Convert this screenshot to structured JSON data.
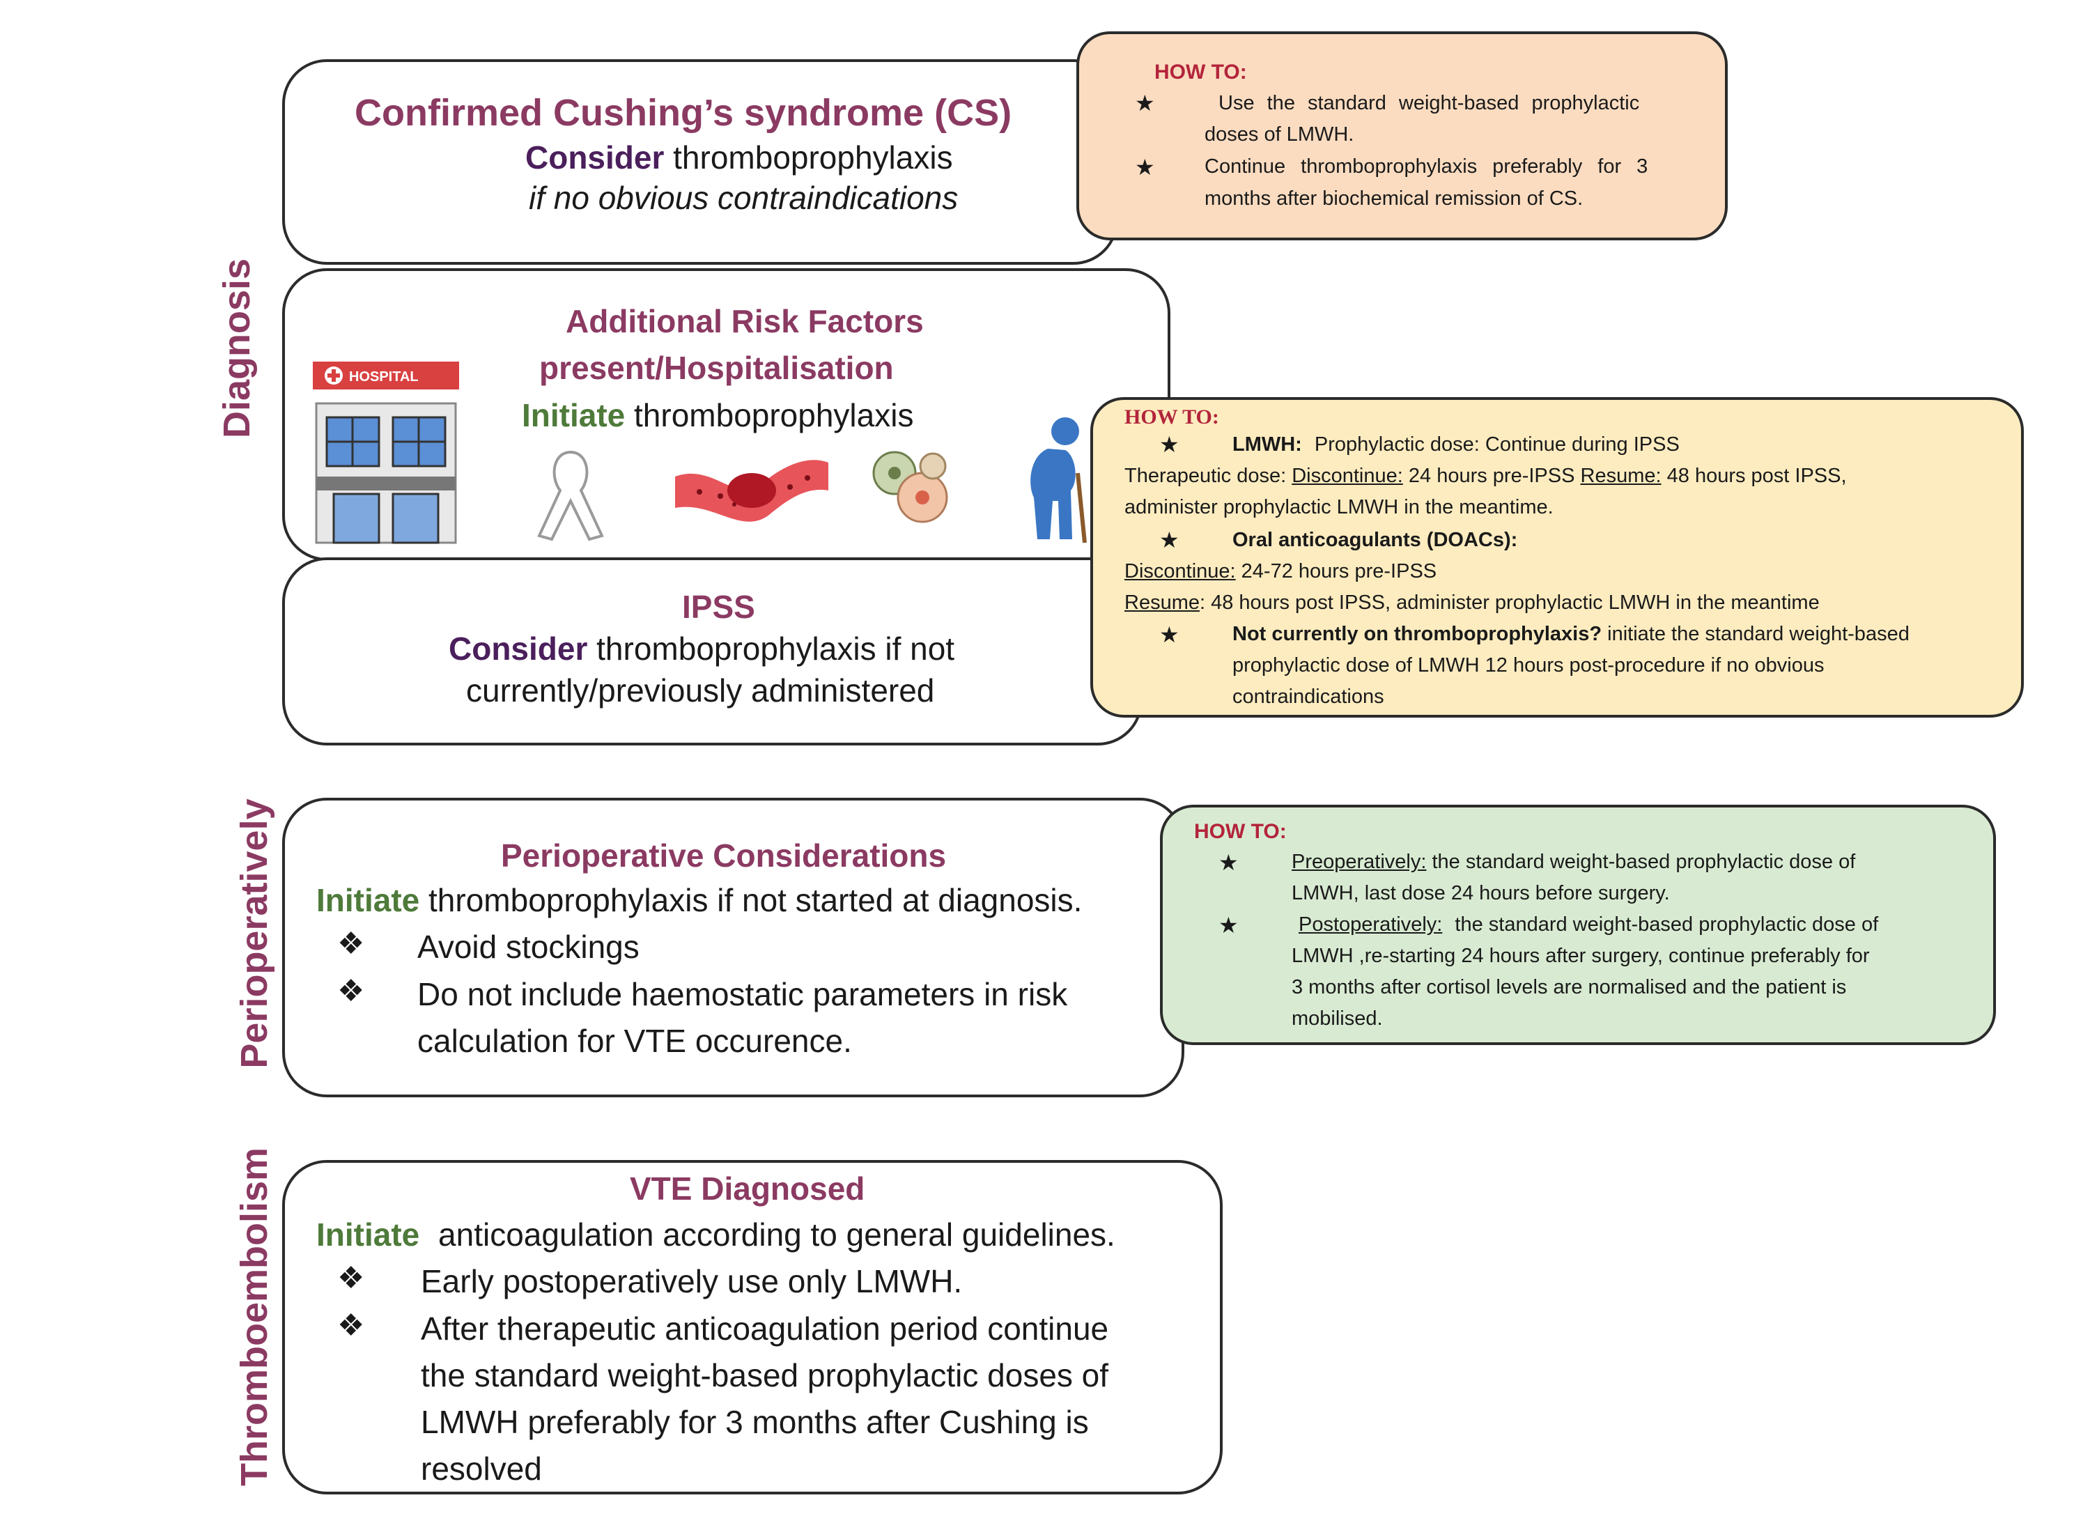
{
  "side_labels": {
    "diagnosis": "Diagnosis",
    "perioperatively": "Perioperatively",
    "thromboembolism": "Thromboembolism"
  },
  "cs_box": {
    "title": "Confirmed Cushing’s syndrome (CS)",
    "consider": "Consider",
    "line1_rest": "thromboprophylaxis",
    "line2": "if no obvious contraindications"
  },
  "howto1": {
    "heading": "HOW TO:",
    "item1_line1": "Use the standard weight-based prophylactic",
    "item1_line2": "doses of LMWH.",
    "item2_line1": "Continue thromboprophylaxis preferably for 3",
    "item2_line2": "months after biochemical remission of CS."
  },
  "risk_box": {
    "title_line1": "Additional Risk Factors",
    "title_line2": "present/Hospitalisation",
    "initiate": "Initiate",
    "line3_rest": "thromboprophylaxis",
    "hospital_sign": "HOSPITAL"
  },
  "ipss_box": {
    "title": "IPSS",
    "consider": "Consider",
    "line1_rest": "thromboprophylaxis if not",
    "line2": "currently/previously administered"
  },
  "howto2": {
    "heading": "HOW TO:",
    "lmwh_label": "LMWH:",
    "lmwh_text": "Prophylactic dose: Continue during IPSS",
    "therapeutic_prefix": "Therapeutic dose:",
    "discontinue1": "Discontinue:",
    "therapeutic_mid": "24 hours pre-IPSS",
    "resume1": "Resume:",
    "therapeutic_end": "48 hours post IPSS,",
    "line_admin": "administer prophylactic LMWH in the meantime.",
    "doac_label": "Oral anticoagulants (DOACs):",
    "discontinue2": "Discontinue:",
    "doac_disc": "24-72 hours pre-IPSS",
    "resume2": "Resume",
    "doac_resume": ": 48 hours post IPSS, administer prophylactic LMWH in the meantime",
    "not_current_label": "Not currently on thromboprophylaxis?",
    "not_current_text1": "initiate the standard weight-based",
    "not_current_text2": "prophylactic dose of LMWH 12 hours post-procedure if no obvious",
    "not_current_text3": "contraindications"
  },
  "periop_box": {
    "title": "Perioperative Considerations",
    "initiate": "Initiate",
    "line1_rest": "thromboprophylaxis if not started at diagnosis.",
    "bullet1": "Avoid stockings",
    "bullet2_line1": "Do not include haemostatic parameters in risk",
    "bullet2_line2": "calculation for VTE occurence."
  },
  "howto3": {
    "heading": "HOW TO:",
    "pre_label": "Preoperatively:",
    "pre_text1": "the standard weight-based prophylactic dose of",
    "pre_text2": "LMWH, last dose 24 hours before surgery.",
    "post_label": "Postoperatively:",
    "post_text1": "the standard weight-based prophylactic dose of",
    "post_text2": "LMWH ,re-starting 24 hours after surgery, continue preferably for",
    "post_text3": "3 months after cortisol levels are normalised and the patient is",
    "post_text4": "mobilised."
  },
  "vte_box": {
    "title": "VTE Diagnosed",
    "initiate": "Initiate",
    "line1_rest": "anticoagulation according to general guidelines.",
    "bullet1": "Early postoperatively use only LMWH.",
    "bullet2_line1": "After therapeutic anticoagulation period continue",
    "bullet2_line2": "the standard weight-based prophylactic doses of",
    "bullet2_line3": "LMWH preferably for 3 months after Cushing is",
    "bullet2_line4": "resolved"
  },
  "symbols": {
    "star": "★",
    "diamond": "❖"
  },
  "colors": {
    "title_magenta": "#8b3a62",
    "purple": "#4a1f5c",
    "green": "#4e7a3a",
    "howto_orange": "#fbdcc0",
    "howto_yellow": "#fdecc0",
    "howto_green": "#d8ebd2"
  }
}
